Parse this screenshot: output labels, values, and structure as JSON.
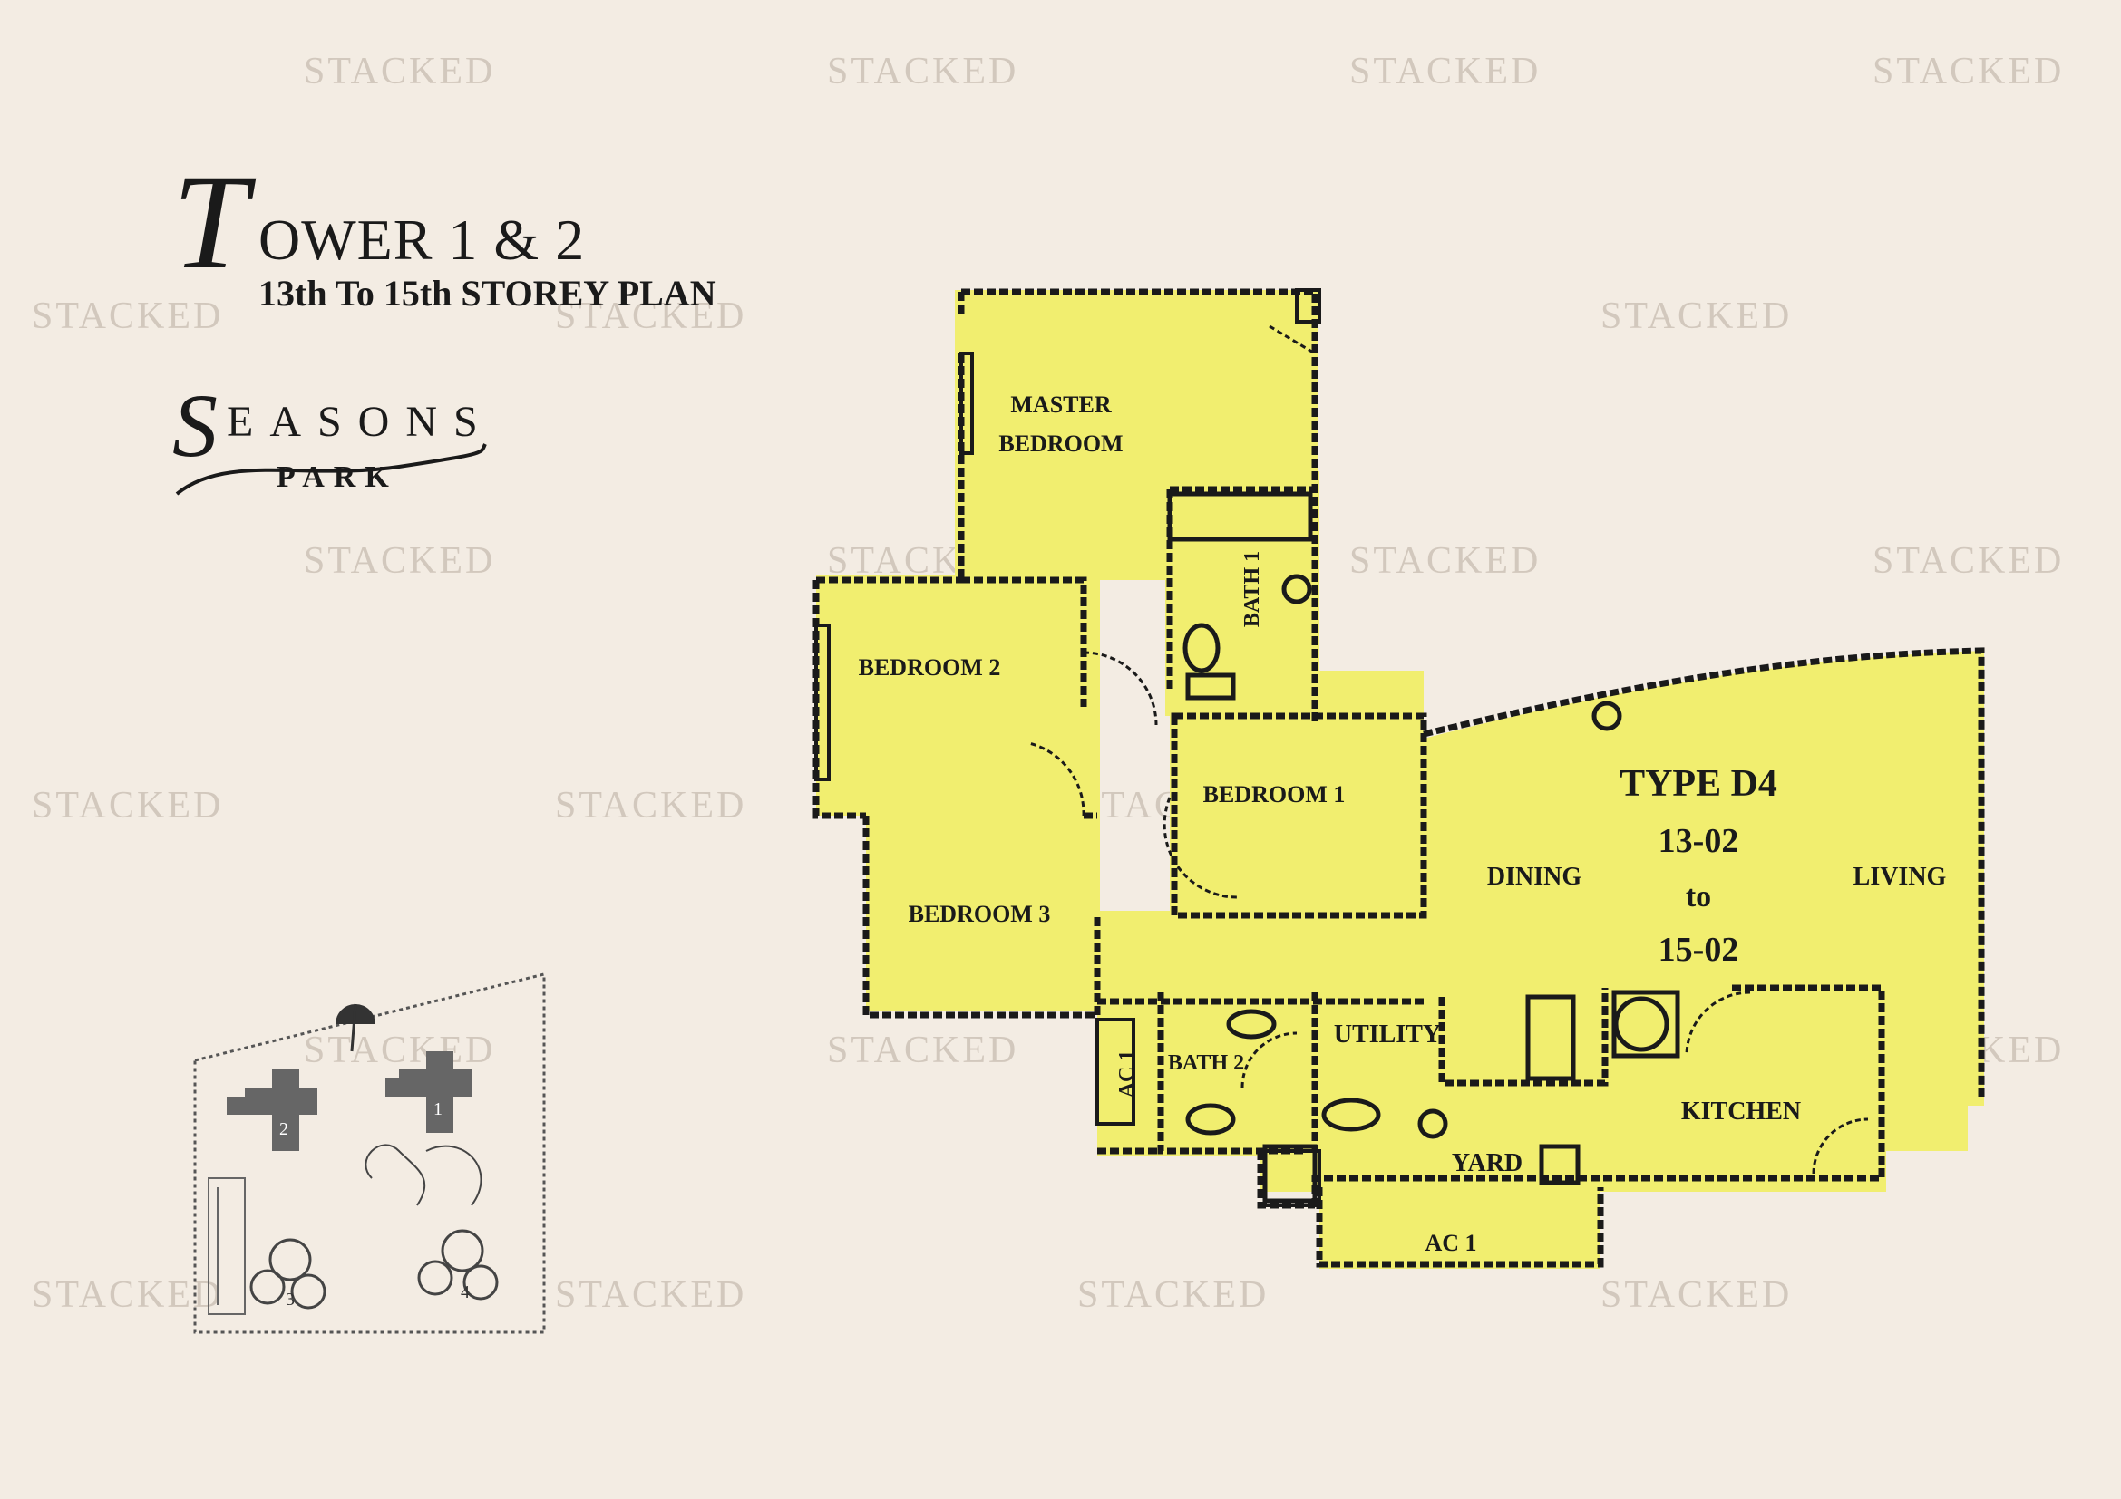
{
  "watermark": "STACKED",
  "title": {
    "big_letter": "T",
    "rest": "OWER 1 & 2",
    "subtitle": "13th To 15th STOREY PLAN"
  },
  "logo": {
    "big_letter": "S",
    "rest": "EASONS",
    "second_line": "PARK"
  },
  "rooms": {
    "master_bedroom_line1": "MASTER",
    "master_bedroom_line2": "BEDROOM",
    "bedroom_2": "BEDROOM 2",
    "bedroom_1": "BEDROOM 1",
    "bedroom_3": "BEDROOM 3",
    "bath_1": "BATH 1",
    "bath_2": "BATH 2",
    "utility": "UTILITY",
    "dining": "DINING",
    "living": "LIVING",
    "kitchen": "KITCHEN",
    "yard": "YARD",
    "ac_1": "AC 1",
    "ac_2": "AC 1"
  },
  "unit_info": {
    "type": "TYPE D4",
    "range_start": "13-02",
    "range_to": "to",
    "range_end": "15-02"
  },
  "keyplan": {
    "blocks": [
      "1",
      "2",
      "3",
      "4"
    ]
  },
  "colors": {
    "background": "#f3ece3",
    "highlight": "#f1ee6f",
    "wall": "#1a1a1a",
    "watermark": "#d2c8bd"
  }
}
